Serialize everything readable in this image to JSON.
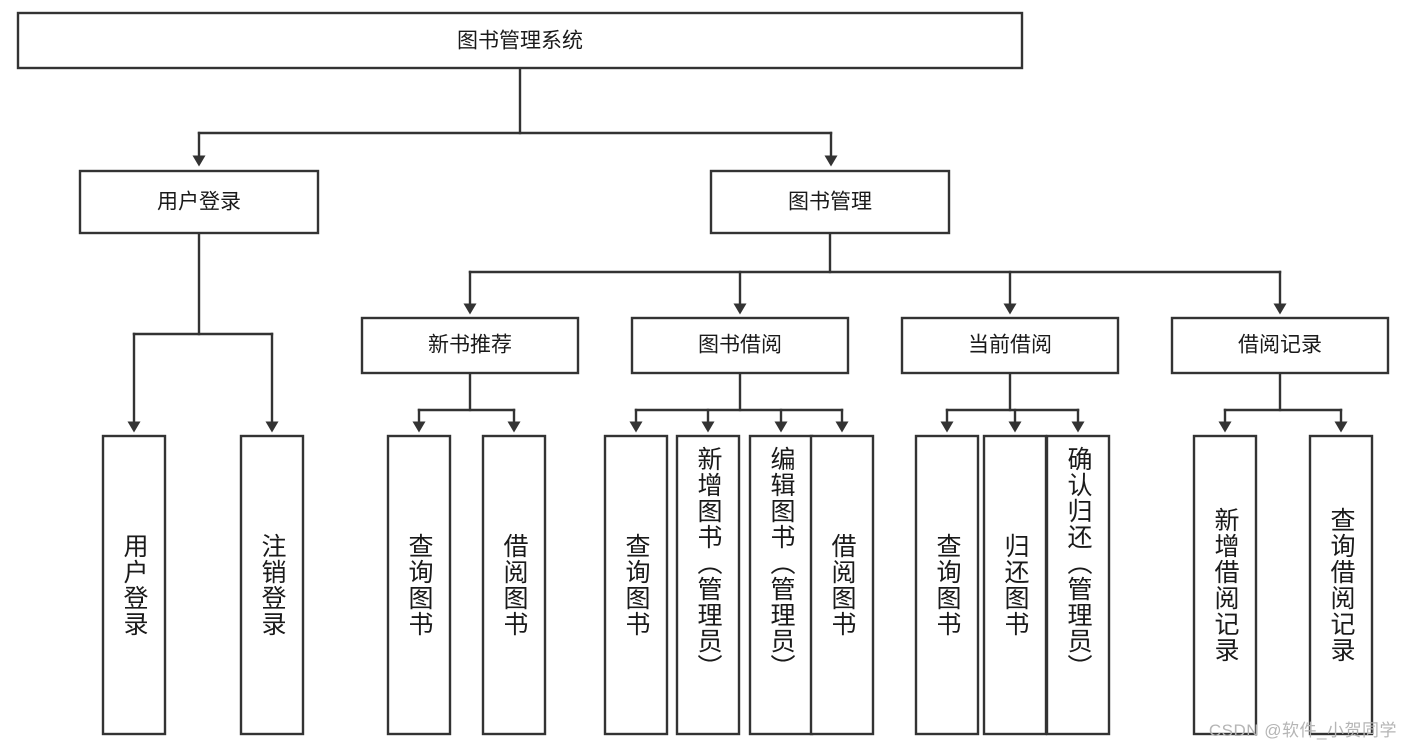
{
  "diagram": {
    "title": "图书管理系统",
    "type": "tree",
    "colors": {
      "box_stroke": "#333333",
      "box_fill": "#ffffff",
      "text": "#1a1a1a",
      "background": "#ffffff",
      "watermark": "#b5b5b5"
    },
    "levels": {
      "root": {
        "label": "图书管理系统"
      },
      "level2": [
        {
          "label": "用户登录"
        },
        {
          "label": "图书管理"
        }
      ],
      "level3": [
        {
          "label": "新书推荐"
        },
        {
          "label": "图书借阅"
        },
        {
          "label": "当前借阅"
        },
        {
          "label": "借阅记录"
        }
      ],
      "leaves": [
        {
          "label": "用户登录",
          "parent": "用户登录"
        },
        {
          "label": "注销登录",
          "parent": "用户登录"
        },
        {
          "label": "查询图书",
          "parent": "新书推荐"
        },
        {
          "label": "借阅图书",
          "parent": "新书推荐"
        },
        {
          "label": "查询图书",
          "parent": "图书借阅"
        },
        {
          "label": "新增图书（管理员）",
          "parent": "图书借阅"
        },
        {
          "label": "编辑图书（管理员）",
          "parent": "图书借阅"
        },
        {
          "label": "借阅图书",
          "parent": "图书借阅"
        },
        {
          "label": "查询图书",
          "parent": "当前借阅"
        },
        {
          "label": "归还图书",
          "parent": "当前借阅"
        },
        {
          "label": "确认归还（管理员）",
          "parent": "当前借阅"
        },
        {
          "label": "新增借阅记录",
          "parent": "借阅记录"
        },
        {
          "label": "查询借阅记录",
          "parent": "借阅记录"
        }
      ]
    }
  },
  "watermark": {
    "text": "CSDN @软件_小贺同学"
  }
}
